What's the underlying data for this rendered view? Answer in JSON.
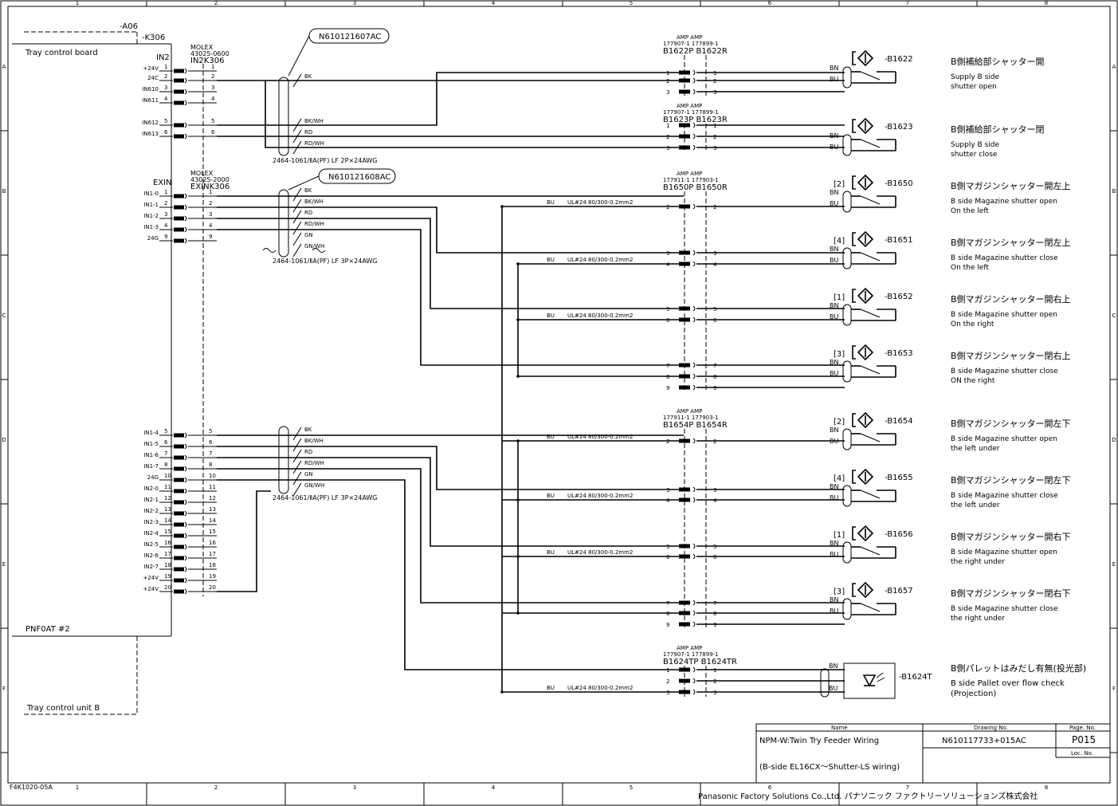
{
  "frame": {
    "columns": [
      "1",
      "2",
      "3",
      "4",
      "5",
      "6",
      "7",
      "8"
    ],
    "rows": [
      "A",
      "B",
      "C",
      "D",
      "E",
      "F"
    ]
  },
  "tray_board": {
    "ref_top": "-A06",
    "ref_k": "-K306",
    "name": "Tray control board",
    "bottom_label": "PNF0AT #2",
    "unit_label": "Tray control unit B"
  },
  "conn_in2": {
    "name": "IN2",
    "mfr": "MOLEX",
    "part": "43025-0600",
    "id": "IN2K306",
    "pins": [
      {
        "sig": "+24V",
        "n": "1"
      },
      {
        "sig": "24C",
        "n": "2"
      },
      {
        "sig": "IN610",
        "n": "3"
      },
      {
        "sig": "IN611",
        "n": "4"
      },
      {
        "sig": "IN612",
        "n": "5"
      },
      {
        "sig": "IN613",
        "n": "6"
      }
    ]
  },
  "conn_exin": {
    "name": "EXIN",
    "mfr": "MOLEX",
    "part": "43025-2000",
    "id": "EXINK306",
    "pins": [
      {
        "sig": "IN1-0",
        "n": "1"
      },
      {
        "sig": "IN1-1",
        "n": "2"
      },
      {
        "sig": "IN1-2",
        "n": "3"
      },
      {
        "sig": "IN1-3",
        "n": "4"
      },
      {
        "sig": "24G",
        "n": "9"
      },
      {
        "sig": "IN1-4",
        "n": "5"
      },
      {
        "sig": "IN1-5",
        "n": "6"
      },
      {
        "sig": "IN1-6",
        "n": "7"
      },
      {
        "sig": "IN1-7",
        "n": "8"
      },
      {
        "sig": "24G",
        "n": "10"
      },
      {
        "sig": "IN2-0",
        "n": "11"
      },
      {
        "sig": "IN2-1",
        "n": "12"
      },
      {
        "sig": "IN2-2",
        "n": "13"
      },
      {
        "sig": "IN2-3",
        "n": "14"
      },
      {
        "sig": "IN2-4",
        "n": "15"
      },
      {
        "sig": "IN2-5",
        "n": "16"
      },
      {
        "sig": "IN2-6",
        "n": "17"
      },
      {
        "sig": "IN2-7",
        "n": "18"
      },
      {
        "sig": "+24V",
        "n": "19"
      },
      {
        "sig": "+24V",
        "n": "20"
      }
    ]
  },
  "cables": {
    "c1_id": "N610121607AC",
    "c1_spec": "2464-1061/ⅡA(PF) LF 2P×24AWG",
    "c1_wires": [
      "BK",
      "BK/WH",
      "RD",
      "RD/WH"
    ],
    "c2_id": "N610121608AC",
    "c2_spec": "2464-1061/ⅡA(PF) LF 3P×24AWG",
    "c2_wires": [
      "BK",
      "BK/WH",
      "RD",
      "RD/WH",
      "GN",
      "GN/WH"
    ],
    "c3_spec": "2464-1061/ⅡA(PF) LF 3P×24AWG",
    "c3_wires": [
      "BK",
      "BK/WH",
      "RD",
      "RD/WH",
      "GN",
      "GN/WH"
    ],
    "bu_label": "BU",
    "wire_spec": "UL#24 80/300-0.2mm2"
  },
  "relay_connectors": [
    {
      "mfr": "AMP  AMP",
      "parts": "177907-1  177899-1",
      "ids": "B1622P B1622R"
    },
    {
      "mfr": "AMP  AMP",
      "parts": "177907-1  177899-1",
      "ids": "B1623P B1623R"
    },
    {
      "mfr": "AMP  AMP",
      "parts": "177911-1  177903-1",
      "ids": "B1650P B1650R"
    },
    {
      "mfr": "AMP  AMP",
      "parts": "177911-1  177903-1",
      "ids": "B1654P B1654R"
    },
    {
      "mfr": "AMP  AMP",
      "parts": "177907-1  177899-1",
      "ids": "B1624TP B1624TR"
    }
  ],
  "sensors": [
    {
      "ref": "-B1622",
      "pos": "",
      "jp": "B側補給部シャッター開",
      "en1": "Supply B side",
      "en2": "shutter open"
    },
    {
      "ref": "-B1623",
      "pos": "",
      "jp": "B側補給部シャッター閉",
      "en1": "Supply B side",
      "en2": "shutter close"
    },
    {
      "ref": "-B1650",
      "pos": "[2]",
      "jp": "B側マガジンシャッター開左上",
      "en1": "B side Magazine shutter open",
      "en2": "On the left"
    },
    {
      "ref": "-B1651",
      "pos": "[4]",
      "jp": "B側マガジンシャッター閉左上",
      "en1": "B side Magazine shutter close",
      "en2": "On the left"
    },
    {
      "ref": "-B1652",
      "pos": "[1]",
      "jp": "B側マガジンシャッター開右上",
      "en1": "B side Magazine shutter open",
      "en2": "On the right"
    },
    {
      "ref": "-B1653",
      "pos": "[3]",
      "jp": "B側マガジンシャッター閉右上",
      "en1": "B side Magazine shutter close",
      "en2": "ON the right"
    },
    {
      "ref": "-B1654",
      "pos": "[2]",
      "jp": "B側マガジンシャッター開左下",
      "en1": "B side Magazine shutter open",
      "en2": "the left under"
    },
    {
      "ref": "-B1655",
      "pos": "[4]",
      "jp": "B側マガジンシャッター閉左下",
      "en1": "B side Magazine shutter close",
      "en2": "the left under"
    },
    {
      "ref": "-B1656",
      "pos": "[1]",
      "jp": "B側マガジンシャッター開右下",
      "en1": "B side Magazine shutter open",
      "en2": "the right under"
    },
    {
      "ref": "-B1657",
      "pos": "[3]",
      "jp": "B側マガジンシャッター閉右下",
      "en1": "B side Magazine shutter close",
      "en2": "the right under"
    }
  ],
  "projector": {
    "ref": "-B1624T",
    "jp": "B側パレットはみだし有無(投光部)",
    "en1": "B side Pallet over flow check",
    "en2": "(Projection)"
  },
  "wire_labels": {
    "bn": "BN",
    "bu": "BU"
  },
  "title_block": {
    "name_hdr": "Name",
    "drawing_hdr": "Drawing No.",
    "page_hdr": "Page. No.",
    "loc_hdr": "Loc. No.",
    "name1": "NPM-W:Twin Try Feeder Wiring",
    "name2": "(B-side EL16CX～Shutter-LS wiring)",
    "drawing_no": "N610117733+015AC",
    "page_no": "P015",
    "company": "Panasonic Factory Solutions Co.,Ltd. パナソニック ファクトリーソリューションズ株式会社",
    "form_no": "F4K1020-05A"
  }
}
